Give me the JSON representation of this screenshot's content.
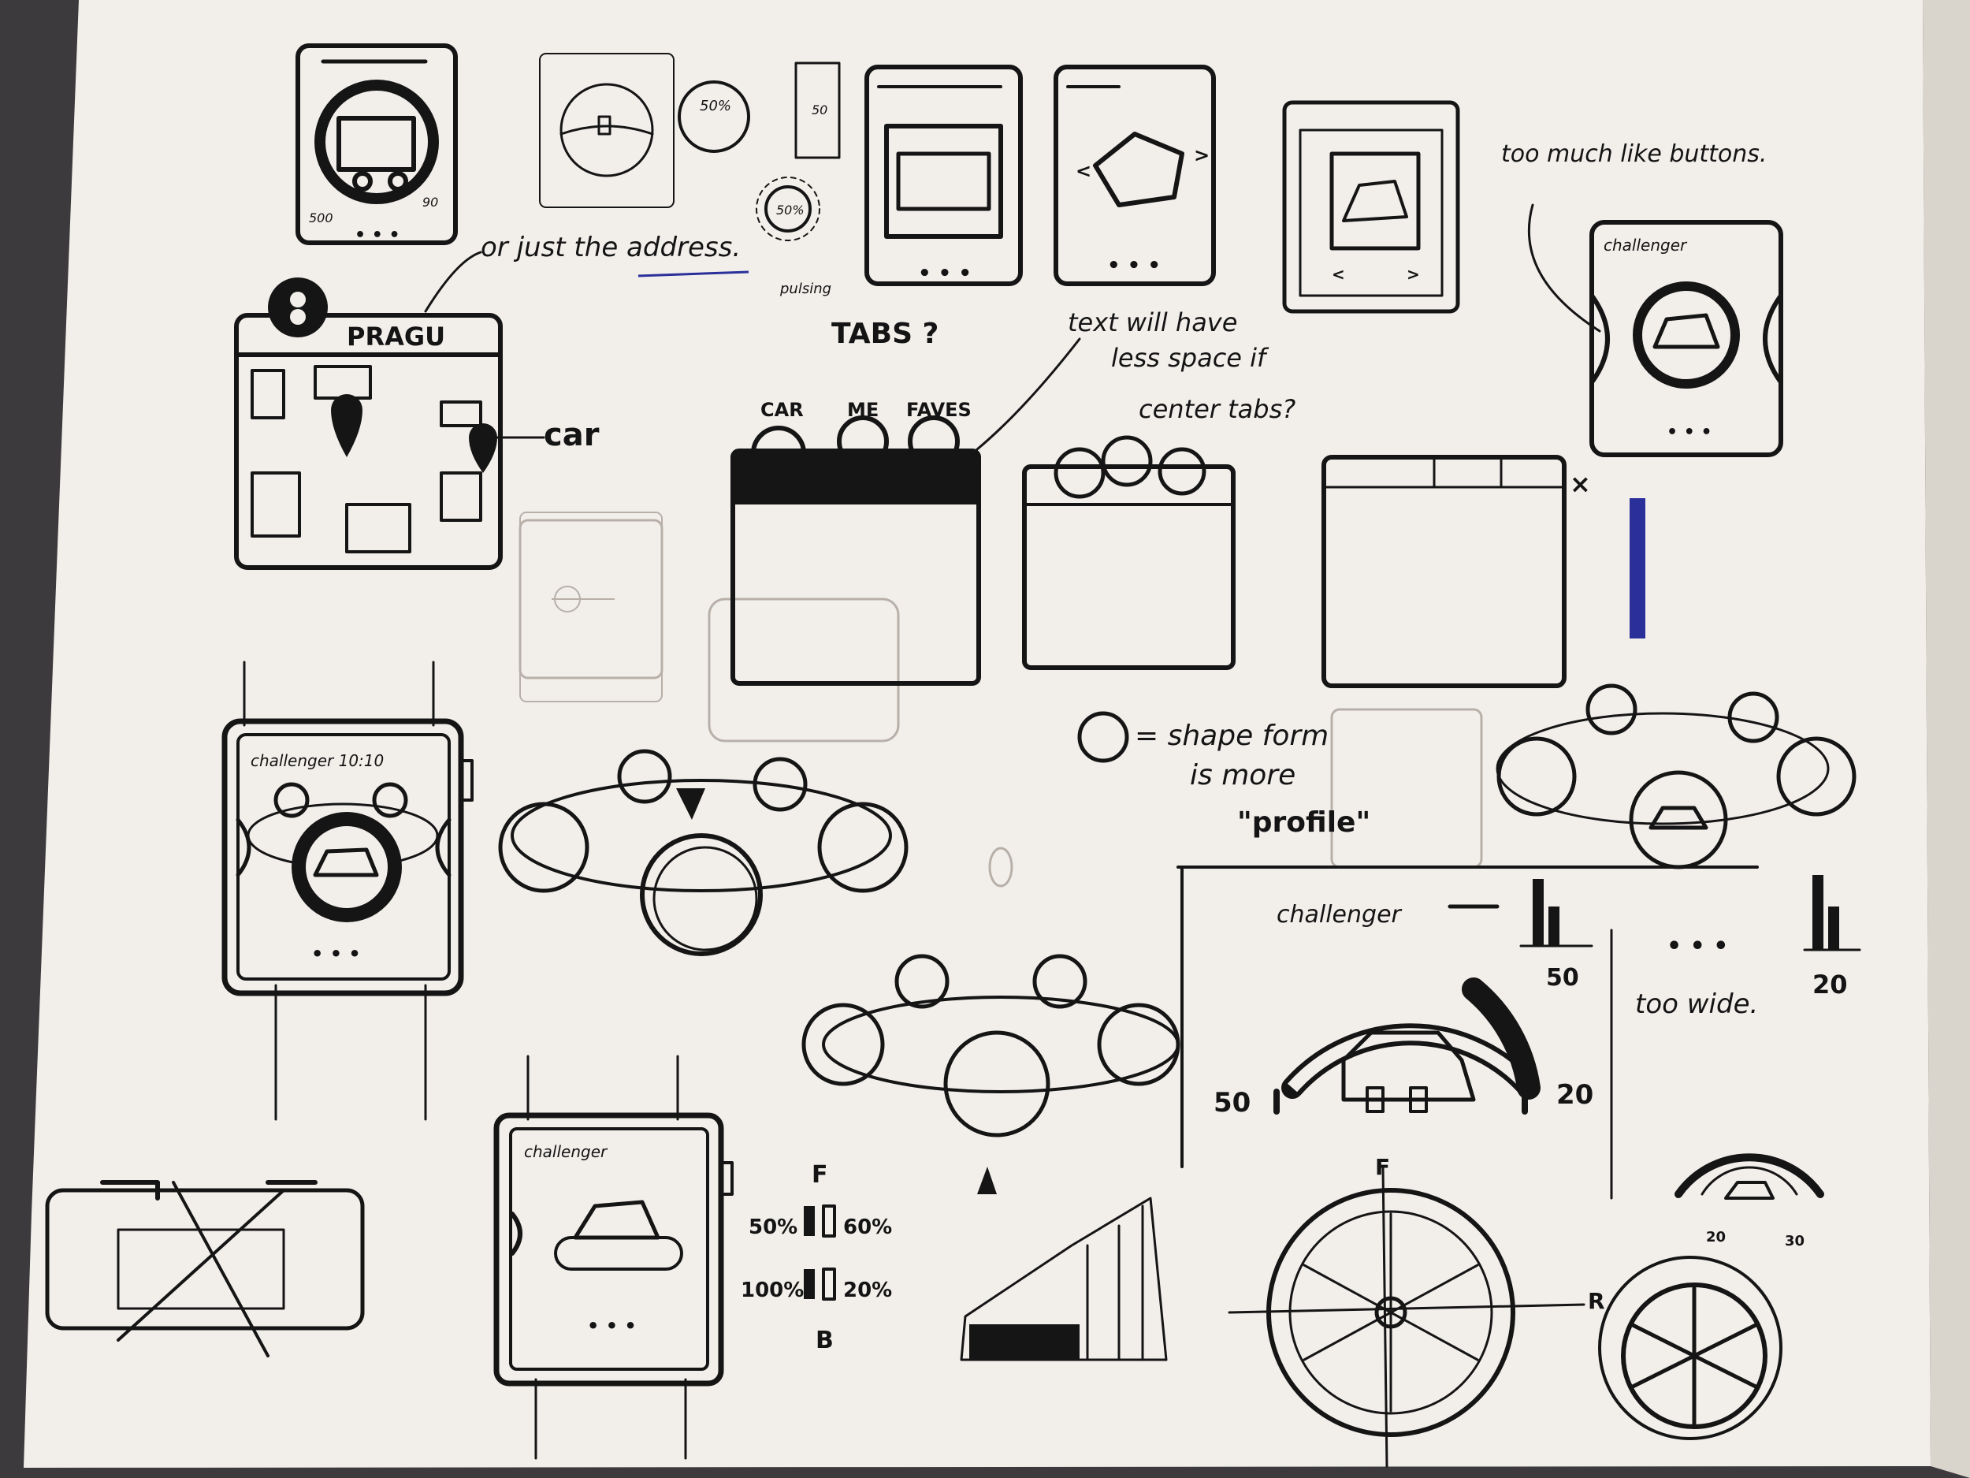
{
  "paper_color": "#f2efeb",
  "ink_color": "#151515",
  "accent_blue": "#2b2f9a",
  "labels": {
    "percent_50": "50%",
    "percent_50_small": "50",
    "pulsing": "pulsing",
    "or_just_address": "or just the address.",
    "prague": "PRAGU",
    "car": "car",
    "tabs": "TABS ?",
    "text_space_line1": "text will have",
    "text_space_line2": "less space if",
    "text_space_line3": "center tabs?",
    "tab_car": "CAR",
    "tab_me": "ME",
    "tab_faves": "FAVES",
    "too_much_like_buttons": "too much like buttons.",
    "challenger": "challenger",
    "challenger_watch": "challenger 10:10",
    "shape_form_line1": "= shape form",
    "shape_form_line2": "is more",
    "shape_form_line3": "\"profile\"",
    "x_mark": "×",
    "gauge_left": "50",
    "gauge_right": "20",
    "bar_left": "50",
    "bar_right": "20",
    "too_wide": "too wide.",
    "dots": "• • •",
    "f": "F",
    "b": "B",
    "r": "R",
    "pct_50": "50%",
    "pct_60": "60%",
    "pct_100": "100%",
    "pct_20": "20%",
    "small_20": "20",
    "small_30": "30",
    "small_500": "500",
    "small_90": "90"
  }
}
